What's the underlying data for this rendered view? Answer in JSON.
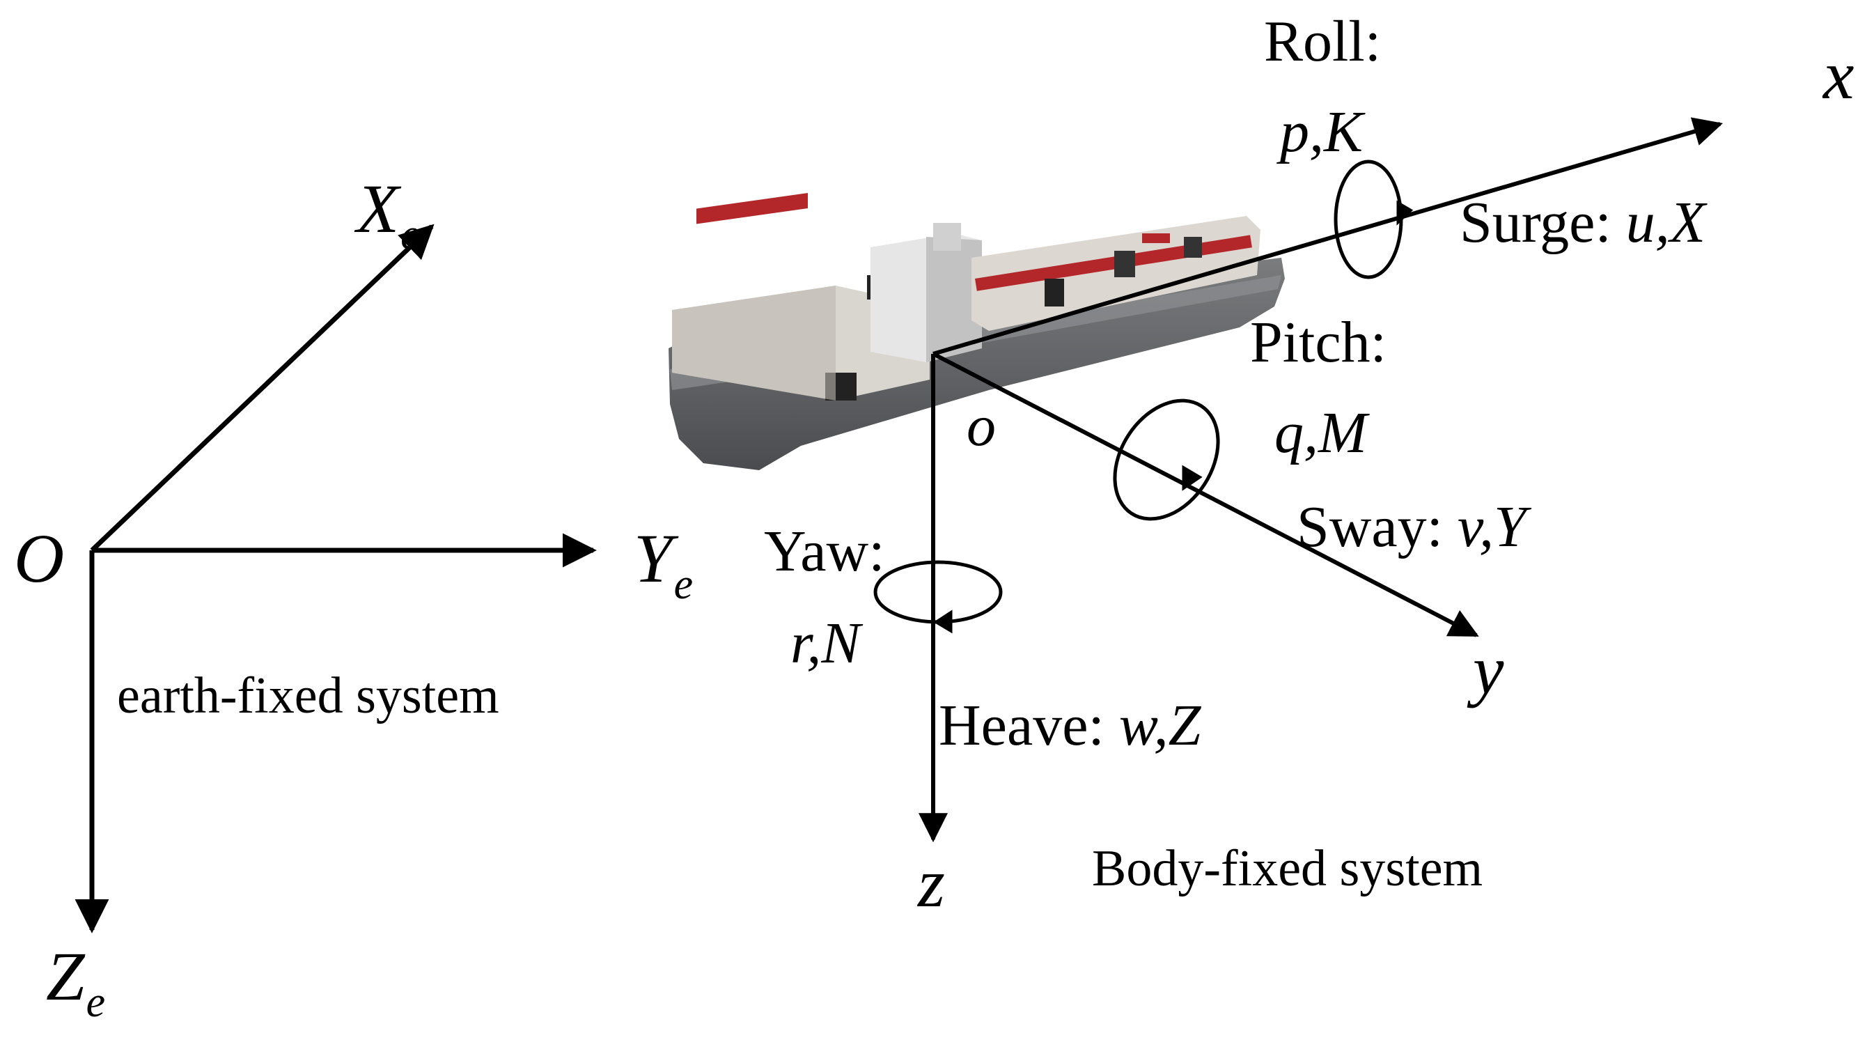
{
  "colors": {
    "line": "#000000",
    "hull": "#5f6163",
    "hull_dark": "#45474a",
    "deck": "#d9d5cf",
    "container_red": "#b3262a",
    "container_dark": "#222222",
    "bridge": "#e6e6e6"
  },
  "earth": {
    "origin": "O",
    "x_axis": {
      "letter": "X",
      "sub": "e"
    },
    "y_axis": {
      "letter": "Y",
      "sub": "e"
    },
    "z_axis": {
      "letter": "Z",
      "sub": "e"
    },
    "caption": "earth-fixed system"
  },
  "body": {
    "origin": "o",
    "x_axis": "x",
    "y_axis": "y",
    "z_axis": "z",
    "caption": "Body-fixed system"
  },
  "motions": {
    "roll": {
      "name": "Roll:",
      "vars": "p,K"
    },
    "surge": {
      "name": "Surge:",
      "vars": "u,X"
    },
    "pitch": {
      "name": "Pitch:",
      "vars": "q,M"
    },
    "sway": {
      "name": "Sway:",
      "vars": "v,Y"
    },
    "yaw": {
      "name": "Yaw:",
      "vars": "r,N"
    },
    "heave": {
      "name": "Heave:",
      "vars": "w,Z"
    }
  },
  "icons": [
    "container-ship-illustration",
    "rotation-arrow-icon"
  ]
}
